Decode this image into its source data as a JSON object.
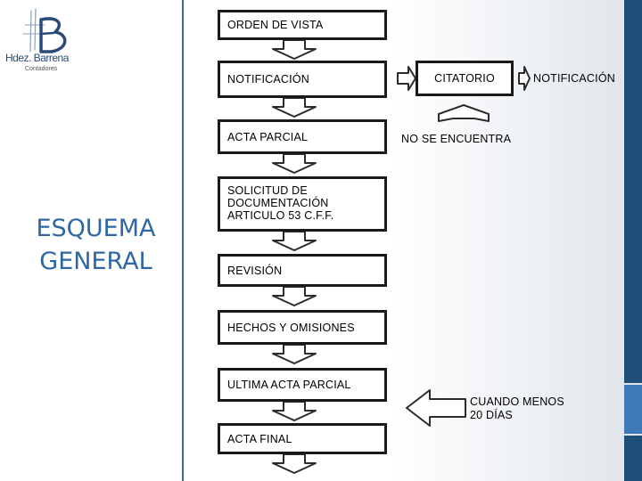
{
  "logo": {
    "name": "Hdez. Barrena",
    "subtitle": "Contadores",
    "monogram": "B"
  },
  "section_title": "ESQUEMA GENERAL",
  "flow": {
    "orden_de_vista": "ORDEN DE VISTA",
    "notificacion": "NOTIFICACIÓN",
    "acta_parcial": "ACTA PARCIAL",
    "solicitud": "SOLICITUD DE DOCUMENTACIÓN ARTICULO 53 C.F.F.",
    "revision": "REVISIÓN",
    "hechos_y_omisiones": "HECHOS Y OMISIONES",
    "ultima_acta_parcial": "ULTIMA ACTA PARCIAL",
    "acta_final": "ACTA FINAL"
  },
  "side_flow": {
    "citatorio": "CITATORIO",
    "notificacion_2": "NOTIFICACIÓN",
    "no_se_encuentra": "NO SE ENCUENTRA",
    "cuando_menos": "CUANDO MENOS 20 DÍAS"
  },
  "colors": {
    "accent_blue": "#2e67a3",
    "dark_blue": "#1f4e79",
    "mid_blue": "#3e79b8",
    "box_border": "#1a1a1a"
  }
}
